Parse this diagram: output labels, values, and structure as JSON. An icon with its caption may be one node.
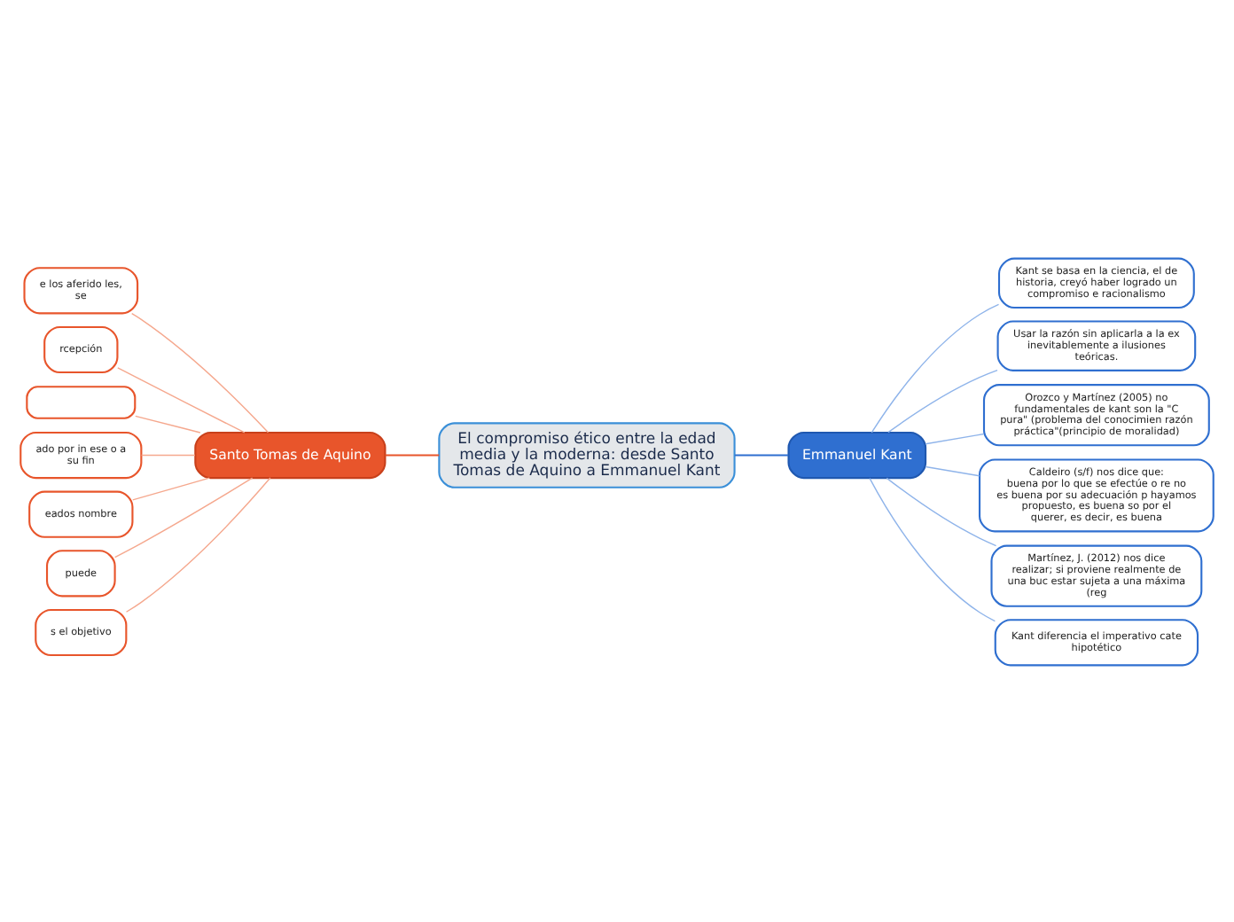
{
  "diagram": {
    "nodes": [
      {
        "text": [
          "El compromiso ético entre la edad media y la moderna: desde Santo Tomas de Aquino a Emmanuel Kant"
        ]
      },
      {
        "text": [
          "Emmanuel Kant"
        ]
      },
      {
        "text": [
          "Kant se basa en la ciencia, el de historia, creyó haber logrado un compromiso e racionalismo"
        ]
      },
      {
        "text": [
          "Usar la razón sin aplicarla a la ex inevitablemente a ilusiones teóricas."
        ]
      },
      {
        "text": [
          "Orozco y Martínez (2005) no",
          "fundamentales de kant son la \"C pura\" (problema del conocimien razón práctica\"(principio de moralidad)"
        ]
      },
      {
        "text": [
          "Caldeiro (s/f) nos dice que:",
          "buena por lo que se efectúe o re no es buena por su adecuación p hayamos propuesto, es buena so por el querer, es decir, es buena"
        ]
      },
      {
        "text": [
          "Martínez, J. (2012) nos dice",
          "realizar; si proviene realmente de una buc estar sujeta a una máxima (reg"
        ]
      },
      {
        "text": [
          "Kant diferencia el imperativo cate hipotético"
        ]
      },
      {
        "text": [
          "Santo Tomas de Aquino"
        ]
      },
      {
        "text": [
          "e los aferido les, se"
        ]
      },
      {
        "text": [
          "rcepción"
        ]
      },
      {
        "text": [],
        "shape": "box"
      },
      {
        "text": [
          "ado por in ese o a su fin"
        ]
      },
      {
        "text": [
          "eados nombre"
        ]
      },
      {
        "text": [
          "puede"
        ]
      },
      {
        "text": [
          "s el objetivo"
        ]
      }
    ],
    "edges": [
      {
        "from": 0,
        "to": 1,
        "arrow": "none",
        "color": "#2f6fd0"
      },
      {
        "from": 1,
        "to": 2,
        "arrow": "none",
        "color": "#8fb4ea"
      },
      {
        "from": 1,
        "to": 3,
        "arrow": "none",
        "color": "#8fb4ea"
      },
      {
        "from": 1,
        "to": 4,
        "arrow": "none",
        "color": "#8fb4ea"
      },
      {
        "from": 1,
        "to": 5,
        "arrow": "none",
        "color": "#8fb4ea"
      },
      {
        "from": 1,
        "to": 6,
        "arrow": "none",
        "color": "#8fb4ea"
      },
      {
        "from": 1,
        "to": 7,
        "arrow": "none",
        "color": "#8fb4ea"
      },
      {
        "from": 0,
        "to": 8,
        "arrow": "none",
        "color": "#e8552b"
      },
      {
        "from": 8,
        "to": 9,
        "arrow": "none",
        "color": "#f5a88e"
      },
      {
        "from": 8,
        "to": 10,
        "arrow": "none",
        "color": "#f5a88e"
      },
      {
        "from": 8,
        "to": 11,
        "arrow": "none",
        "color": "#f5a88e"
      },
      {
        "from": 8,
        "to": 12,
        "arrow": "none",
        "color": "#f5a88e"
      },
      {
        "from": 8,
        "to": 13,
        "arrow": "none",
        "color": "#f5a88e"
      },
      {
        "from": 8,
        "to": 14,
        "arrow": "none",
        "color": "#f5a88e"
      },
      {
        "from": 8,
        "to": 15,
        "arrow": "none",
        "color": "#f5a88e"
      }
    ]
  }
}
